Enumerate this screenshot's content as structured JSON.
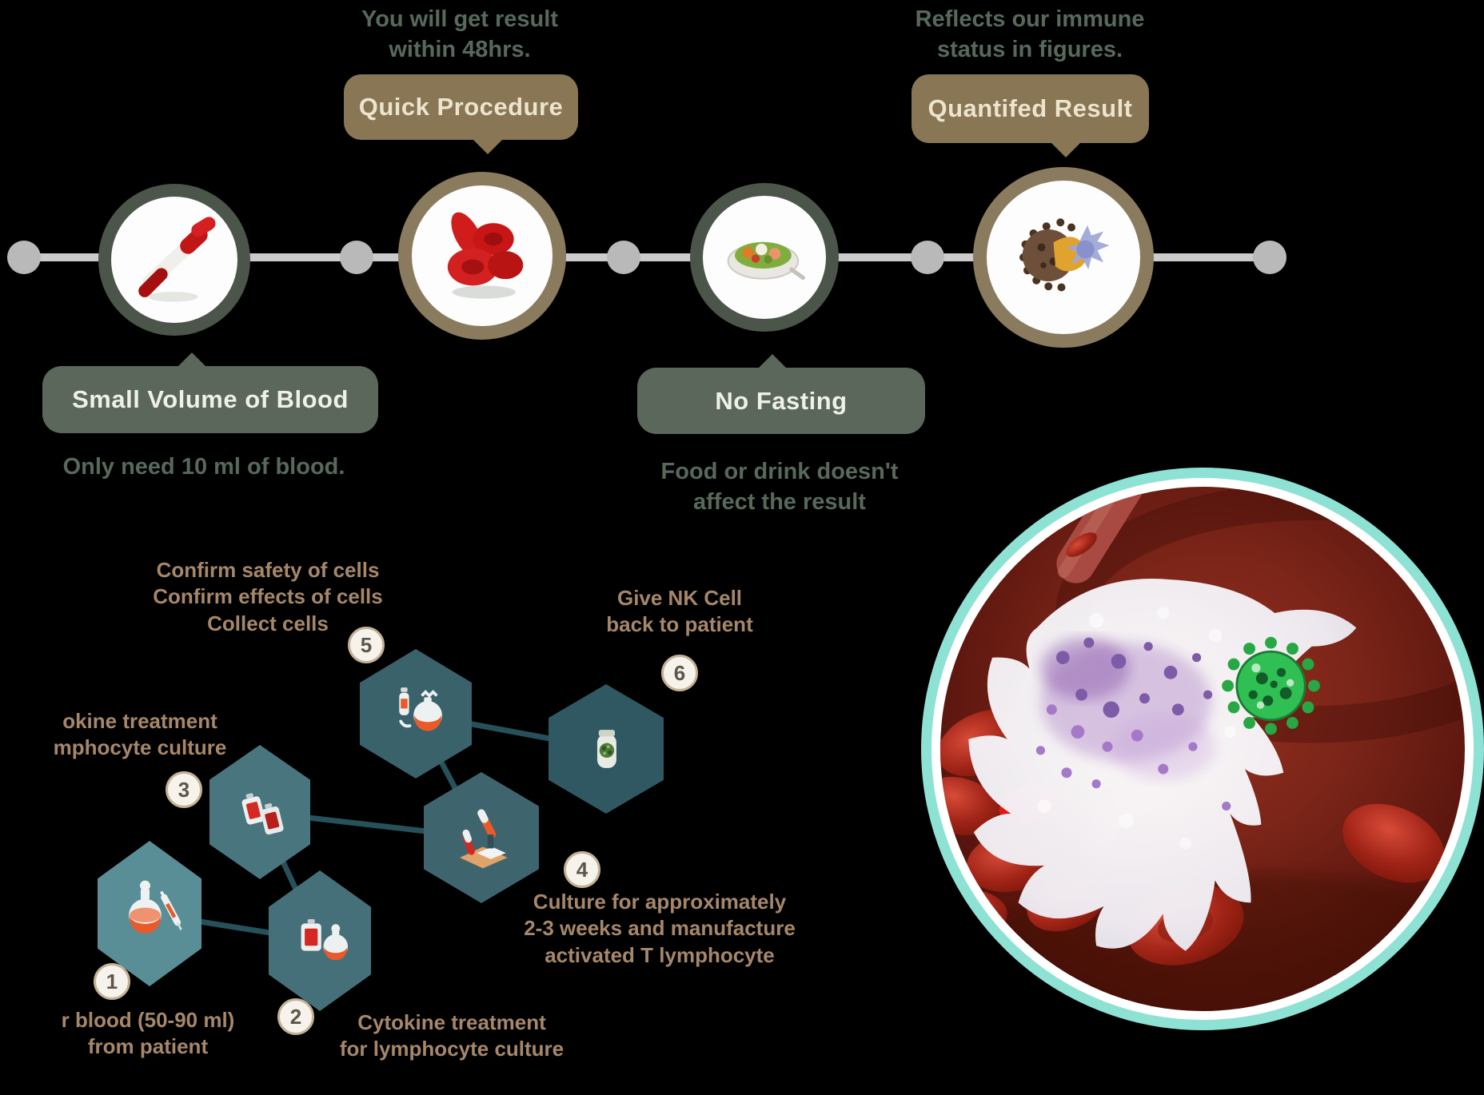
{
  "title": "NK cell immune test infographic",
  "colors": {
    "badge_tan": "#887655",
    "badge_green": "#5b675b",
    "timeline_gray": "#cbcbcb",
    "ring_green": "#4b554a",
    "ring_tan": "#8b7b5e",
    "hex_teal": "#3e656e",
    "label_tan": "#a6876a",
    "note_green": "#57695b",
    "big_circle_ring": "#8ee2d4"
  },
  "timeline": {
    "steps": [
      {
        "badge": "Small Volume of Blood",
        "badge_position": "below",
        "note": "Only need  10 ml of blood.",
        "icon": "blood-collection-tubes"
      },
      {
        "badge": "Quick Procedure",
        "badge_position": "above",
        "note": "You will get result\nwithin 48hrs.",
        "icon": "red-blood-cells"
      },
      {
        "badge": "No Fasting",
        "badge_position": "below",
        "note": "Food or drink doesn't\naffect the result",
        "icon": "food-plate"
      },
      {
        "badge": "Quantifed Result",
        "badge_position": "above",
        "note": "Reflects our immune\nstatus in figures.",
        "icon": "virus-immune-cells"
      }
    ]
  },
  "process": {
    "steps": [
      {
        "number": "1",
        "label": "r blood (50-90 ml)\nfrom patient",
        "icon": "flask-and-syringe"
      },
      {
        "number": "2",
        "label": "Cytokine treatment\nfor lymphocyte culture",
        "icon": "blood-bag-and-flask"
      },
      {
        "number": "3",
        "label": "okine treatment\nmphocyte culture",
        "icon": "blood-bags"
      },
      {
        "number": "4",
        "label": "Culture for approximately\n2-3 weeks and manufacture\nactivated T lymphocyte",
        "icon": "lab-culture-tray"
      },
      {
        "number": "5",
        "label": "Confirm safety of cells\nConfirm effects of cells\nCollect cells",
        "icon": "vial-and-flask"
      },
      {
        "number": "6",
        "label": "Give NK Cell\nback to patient",
        "icon": "cell-jar"
      }
    ]
  },
  "illustration": {
    "name": "nk-cell-attacking-virus-in-bloodstream"
  }
}
